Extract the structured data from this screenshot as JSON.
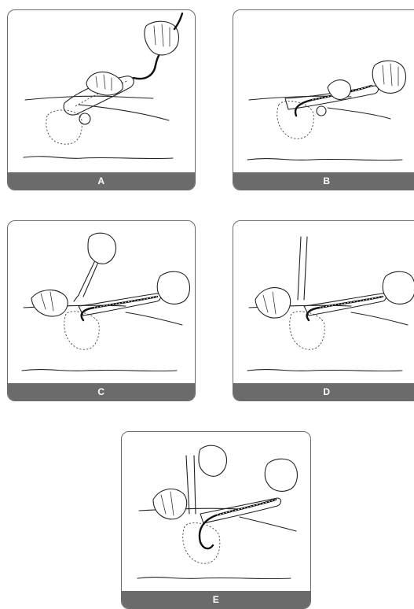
{
  "panels": [
    {
      "id": "A",
      "caption": "A"
    },
    {
      "id": "B",
      "caption": "B"
    },
    {
      "id": "C",
      "caption": "C"
    },
    {
      "id": "D",
      "caption": "D"
    },
    {
      "id": "E",
      "caption": "E"
    }
  ],
  "colors": {
    "frame": "#6b6b6b",
    "caption_text": "#ffffff",
    "line_art": "#222222"
  }
}
